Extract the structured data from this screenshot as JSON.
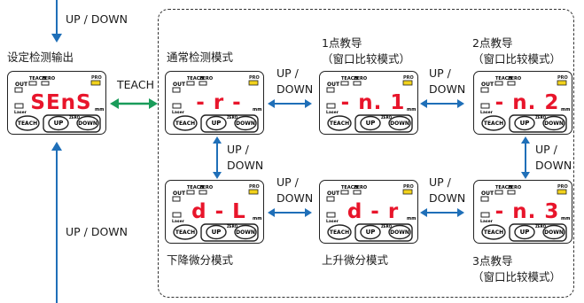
{
  "labels": {
    "top_updown": "UP / DOWN",
    "bottom_updown": "UP / DOWN",
    "teach_arrow": "TEACH",
    "h_updown_1": "UP /\nDOWN",
    "h_updown_2": "UP /\nDOWN",
    "h_updown_3": "UP /\nDOWN",
    "h_updown_4": "UP /\nDOWN",
    "v_updown_1": "UP /\nDOWN",
    "v_updown_2": "UP /\nDOWN"
  },
  "devices": [
    {
      "title": "设定检测输出",
      "display": "SEnS"
    },
    {
      "title": "通常检测模式",
      "display": "- r -"
    },
    {
      "title": "1点教导\n（窗口比较模式）",
      "display": "- n. 1"
    },
    {
      "title": "2点教导\n（窗口比较模式）",
      "display": "- n. 2"
    },
    {
      "title": "下降微分模式",
      "display": "d - L"
    },
    {
      "title": "上升微分模式",
      "display": "d - r"
    },
    {
      "title": "3点教导\n（窗口比较模式）",
      "display": "- n. 3"
    }
  ],
  "panel": {
    "out": "OUT",
    "teach_small": "TEACH",
    "zero_small": "ZERO",
    "pro": "PRO",
    "laser": "Laser",
    "mm": "mm",
    "teach_btn": "TEACH",
    "up_btn": "UP",
    "down_btn": "DOWN",
    "zero_btn": "ZERO"
  },
  "colors": {
    "segment": "#e8152b",
    "blue_arrow": "#1f6fb8",
    "green_arrow": "#1a9c5a",
    "pro_yellow": "#f2d21b"
  }
}
